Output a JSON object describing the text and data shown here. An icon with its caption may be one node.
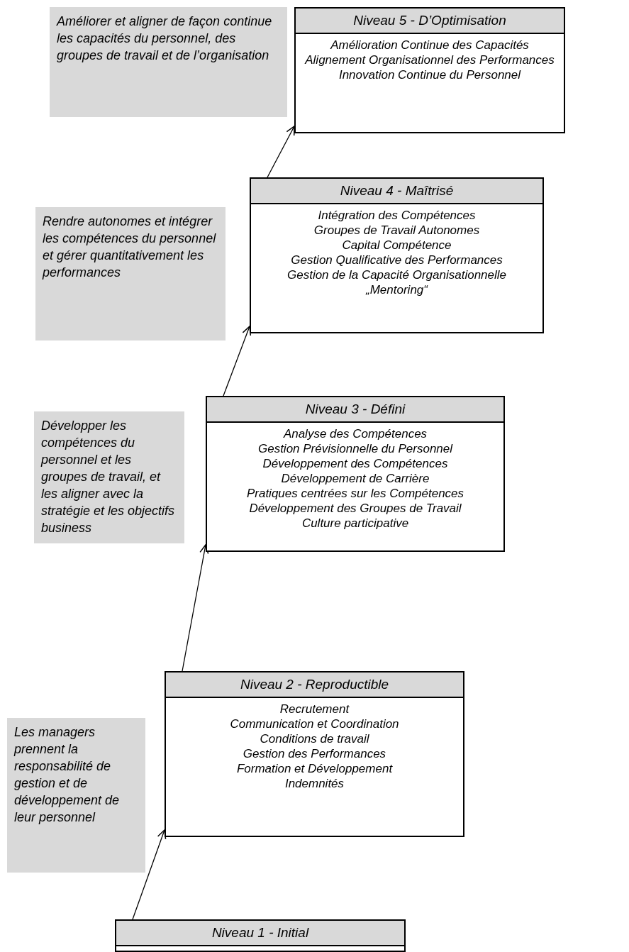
{
  "diagram": {
    "nodes": [
      {
        "text": [
          "Améliorer et aligner de façon continue les capacités du personnel, des groupes de travail et de l’organisation"
        ]
      },
      {
        "text": [
          "Niveau 5 - D’Optimisation",
          "Amélioration Continue des Capacités",
          "Alignement Organisationnel des Performances",
          "Innovation Continue du Personnel"
        ]
      },
      {
        "text": [
          "Rendre autonomes et intégrer les compétences du personnel et gérer quantitativement les performances"
        ]
      },
      {
        "text": [
          "Niveau 4 - Maîtrisé",
          "Intégration des Compétences",
          "Groupes de Travail Autonomes",
          "Capital Compétence",
          "Gestion Qualificative des Performances",
          "Gestion de la Capacité Organisationnelle",
          "„Mentoring“"
        ]
      },
      {
        "text": [
          "Développer les compétences du personnel et les groupes de travail, et les aligner avec la stratégie et les objectifs business"
        ]
      },
      {
        "text": [
          "Niveau 3 - Défini",
          "Analyse des Compétences",
          "Gestion Prévisionnelle du Personnel",
          "Développement des Compétences",
          "Développement de Carrière",
          "Pratiques centrées sur les Compétences",
          "Développement des Groupes de Travail",
          "Culture participative"
        ]
      },
      {
        "text": [
          "Les managers prennent la responsabilité de gestion et de développement de leur personnel"
        ]
      },
      {
        "text": [
          "Niveau 2 - Reproductible",
          "Recrutement",
          "Communication et Coordination",
          "Conditions de travail",
          "Gestion des Performances",
          "Formation et Développement",
          "Indemnités"
        ]
      },
      {
        "text": [
          "Niveau 1 - Initial"
        ]
      }
    ],
    "edges": [
      {
        "from": 8,
        "to": 7,
        "arrow": "to"
      },
      {
        "from": 7,
        "to": 5,
        "arrow": "to"
      },
      {
        "from": 5,
        "to": 3,
        "arrow": "to"
      },
      {
        "from": 3,
        "to": 1,
        "arrow": "to"
      }
    ]
  }
}
